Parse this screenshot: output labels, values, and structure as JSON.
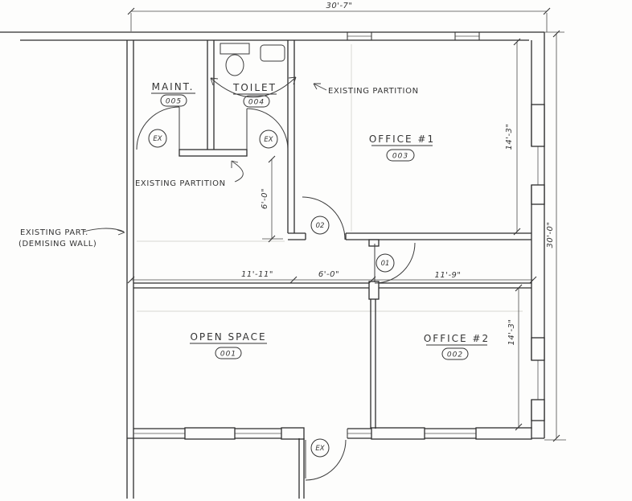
{
  "floor_plan": {
    "rooms": [
      {
        "name": "MAINT.",
        "number": "005"
      },
      {
        "name": "TOILET",
        "number": "004"
      },
      {
        "name": "OFFICE #1",
        "number": "003"
      },
      {
        "name": "OPEN SPACE",
        "number": "001"
      },
      {
        "name": "OFFICE #2",
        "number": "002"
      }
    ],
    "door_tags": {
      "maint_door": "EX",
      "toilet_door": "EX",
      "vestibule_door": "02",
      "office_door": "01",
      "exterior_door": "EX"
    },
    "dimensions": {
      "overall_width": "30'-7\"",
      "overall_depth": "30'-0\"",
      "office1_depth": "14'-3\"",
      "office2_depth": "14'-3\"",
      "vestibule_height": "6'-0\"",
      "open_space_width": "11'-11\"",
      "corridor_width": "6'-0\"",
      "office2_width": "11'-9\""
    },
    "annotations": {
      "partition_top": "EXISTING PARTITION",
      "partition_mid": "EXISTING PARTITION",
      "demising_line1": "EXISTING PART.",
      "demising_line2": "(DEMISING WALL)"
    }
  }
}
